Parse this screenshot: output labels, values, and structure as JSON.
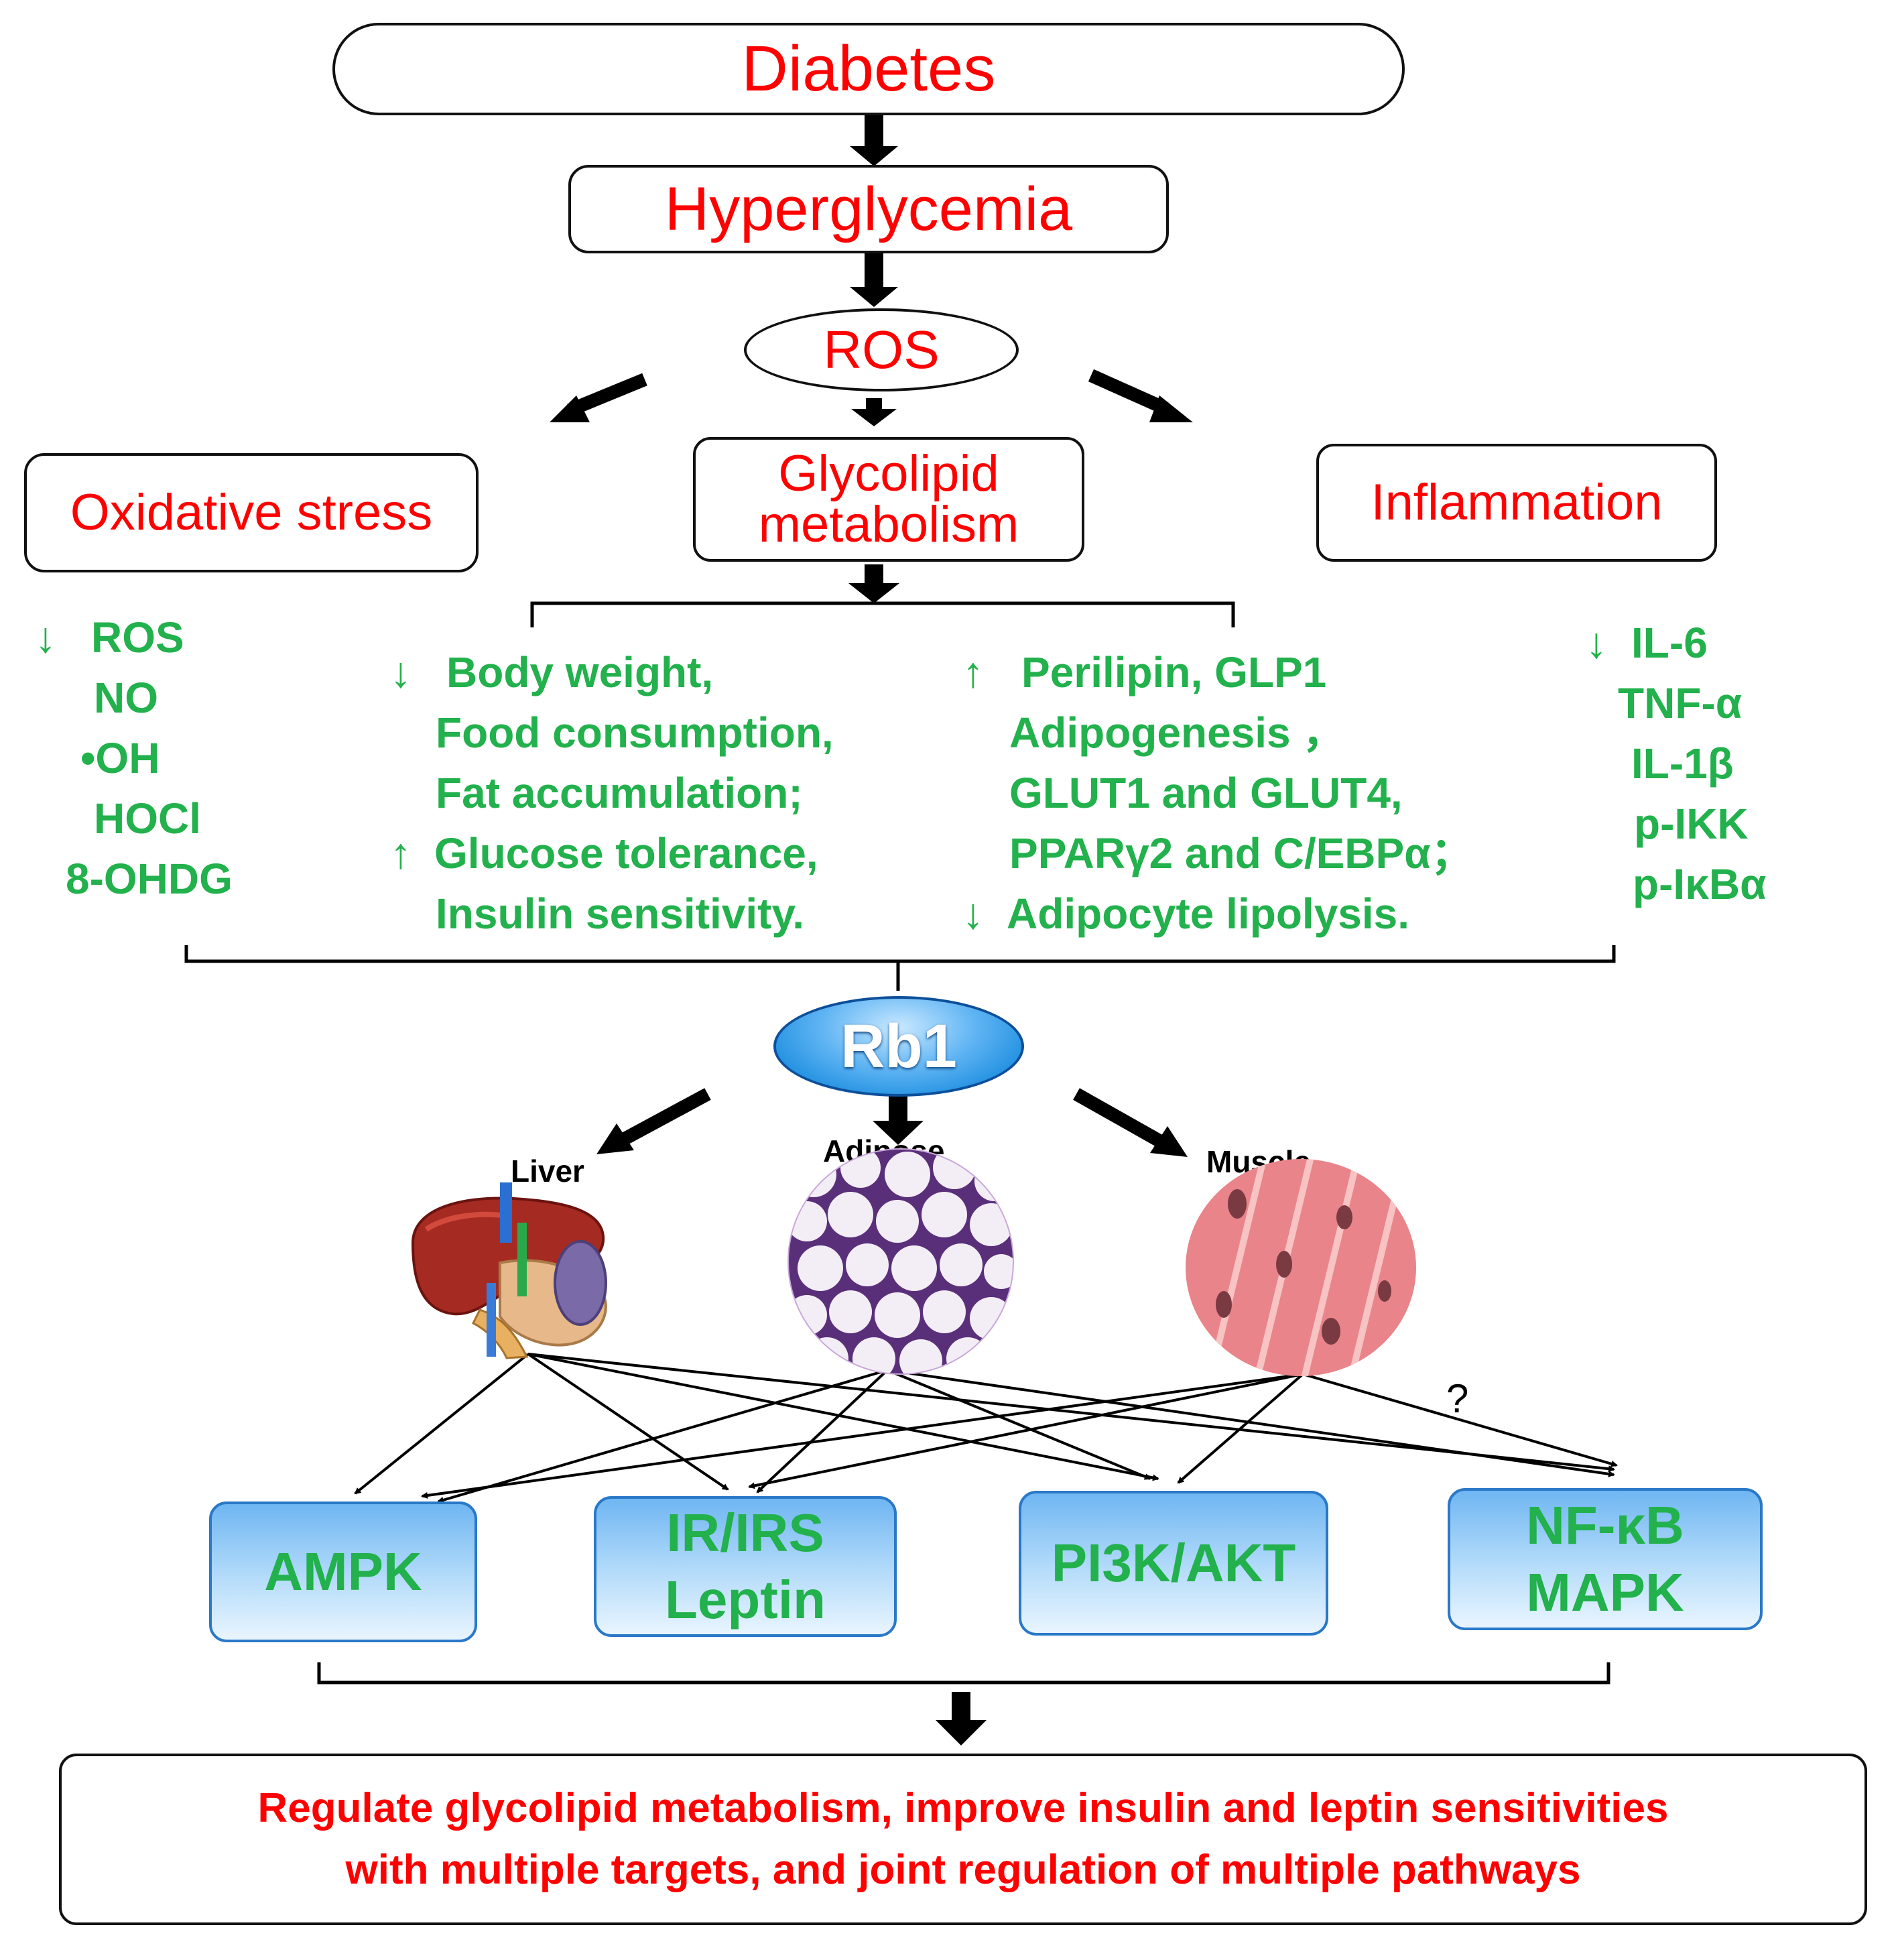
{
  "nodes": {
    "diabetes": "Diabetes",
    "hyperglycemia": "Hyperglycemia",
    "ros": "ROS",
    "oxidative_stress": "Oxidative stress",
    "glycolipid": [
      "Glycolipid",
      "metabolism"
    ],
    "inflammation": "Inflammation",
    "rb1": "Rb1"
  },
  "oxidative_markers": [
    "ROS",
    "NO",
    "•OH",
    "HOCl",
    "8-OHDG"
  ],
  "glycolipid_left": [
    "Body weight,",
    "Food consumption,",
    "Fat accumulation;",
    "Glucose tolerance,",
    "Insulin sensitivity."
  ],
  "glycolipid_right": [
    "Perilipin, GLP1",
    "Adipogenesis ，",
    "GLUT1 and GLUT4,",
    "PPARγ2 and C/EBPα；",
    "Adipocyte lipolysis."
  ],
  "inflammation_markers": [
    "IL-6",
    "TNF-α",
    "IL-1β",
    "p-IKK",
    "p-IκBα"
  ],
  "symbols": {
    "down": "↓",
    "up": "↑",
    "question": "?"
  },
  "tissues": {
    "liver": "Liver",
    "adipose": "Adipose",
    "muscle": "Muscle"
  },
  "pathways": {
    "ampk": [
      "AMPK"
    ],
    "ir_irs": [
      "IR/IRS",
      "Leptin"
    ],
    "pi3k": [
      "PI3K/AKT"
    ],
    "nfkb": [
      "NF-κB",
      "MAPK"
    ]
  },
  "conclusion": [
    "Regulate glycolipid metabolism, improve insulin and leptin sensitivities",
    "with multiple targets, and joint regulation of multiple pathways"
  ],
  "colors": {
    "red_text": "#ff0000",
    "green_text": "#22b14c",
    "pathway_blue": "#2a78c8",
    "rb1_blue": "#1f8fe0"
  }
}
